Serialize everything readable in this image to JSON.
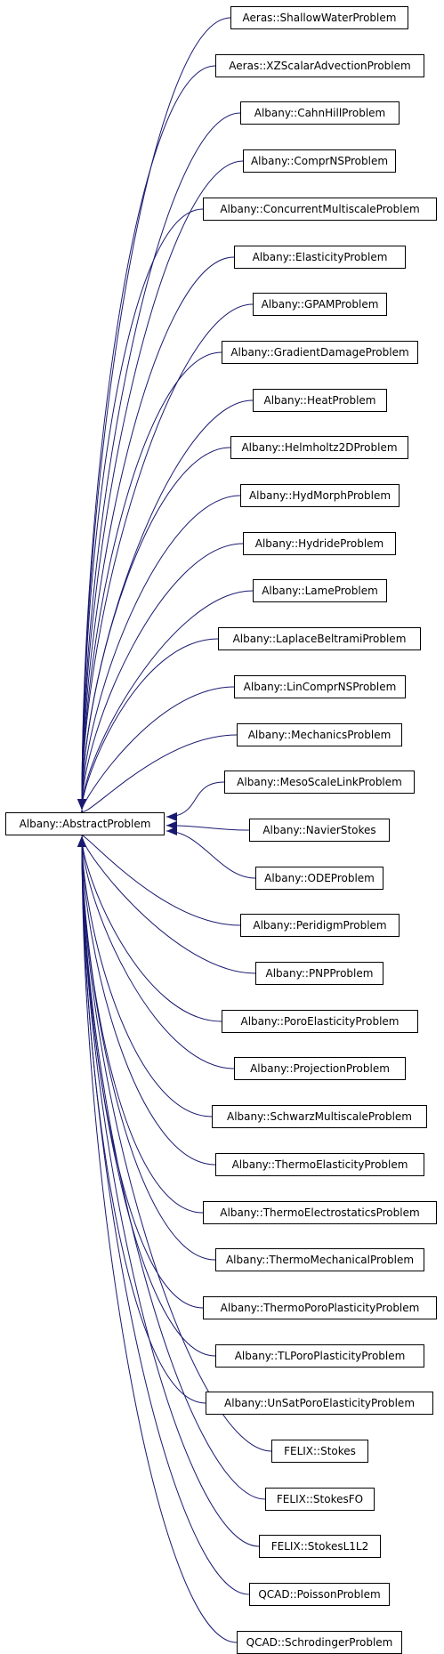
{
  "diagram": {
    "base_class": "Albany::AbstractProblem",
    "edge_color": "#191970",
    "derived_classes": [
      "Aeras::ShallowWaterProblem",
      "Aeras::XZScalarAdvectionProblem",
      "Albany::CahnHillProblem",
      "Albany::ComprNSProblem",
      "Albany::ConcurrentMultiscaleProblem",
      "Albany::ElasticityProblem",
      "Albany::GPAMProblem",
      "Albany::GradientDamageProblem",
      "Albany::HeatProblem",
      "Albany::Helmholtz2DProblem",
      "Albany::HydMorphProblem",
      "Albany::HydrideProblem",
      "Albany::LameProblem",
      "Albany::LaplaceBeltramiProblem",
      "Albany::LinComprNSProblem",
      "Albany::MechanicsProblem",
      "Albany::MesoScaleLinkProblem",
      "Albany::NavierStokes",
      "Albany::ODEProblem",
      "Albany::PeridigmProblem",
      "Albany::PNPProblem",
      "Albany::PoroElasticityProblem",
      "Albany::ProjectionProblem",
      "Albany::SchwarzMultiscaleProblem",
      "Albany::ThermoElasticityProblem",
      "Albany::ThermoElectrostaticsProblem",
      "Albany::ThermoMechanicalProblem",
      "Albany::ThermoPoroPlasticityProblem",
      "Albany::TLPoroPlasticityProblem",
      "Albany::UnSatPoroElasticityProblem",
      "FELIX::Stokes",
      "FELIX::StokesFO",
      "FELIX::StokesL1L2",
      "QCAD::PoissonProblem",
      "QCAD::SchrodingerProblem"
    ]
  }
}
